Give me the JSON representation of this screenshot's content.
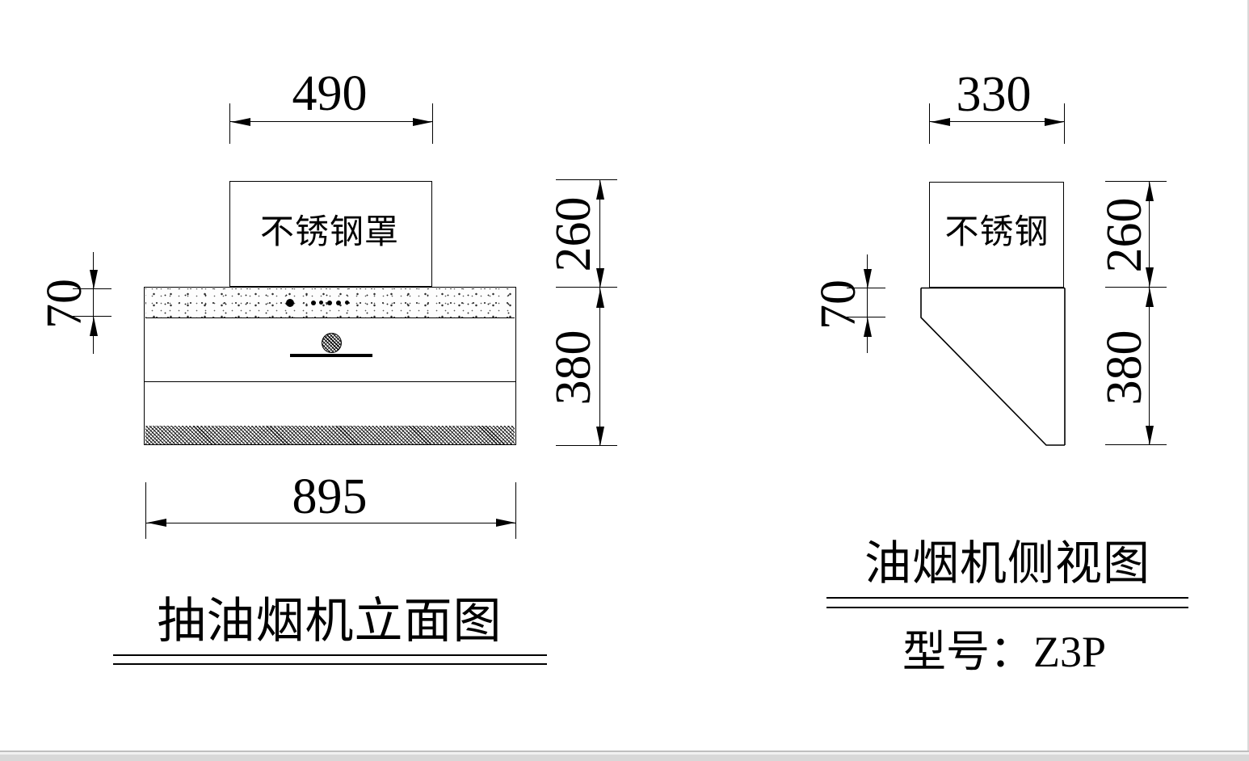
{
  "front_view": {
    "title": "抽油烟机立面图",
    "hood_label": "不锈钢罩",
    "dim_top": "490",
    "dim_left": "70",
    "dim_right_upper": "260",
    "dim_right_lower": "380",
    "dim_bottom": "895"
  },
  "side_view": {
    "title": "油烟机侧视图",
    "panel_label": "不锈钢",
    "dim_top": "330",
    "dim_left": "70",
    "dim_right_upper": "260",
    "dim_right_lower": "380",
    "model": "型号：Z3P"
  },
  "colors": {
    "line": "#000000",
    "background": "#ffffff",
    "taskbar_gray": "#d8d8d8"
  }
}
